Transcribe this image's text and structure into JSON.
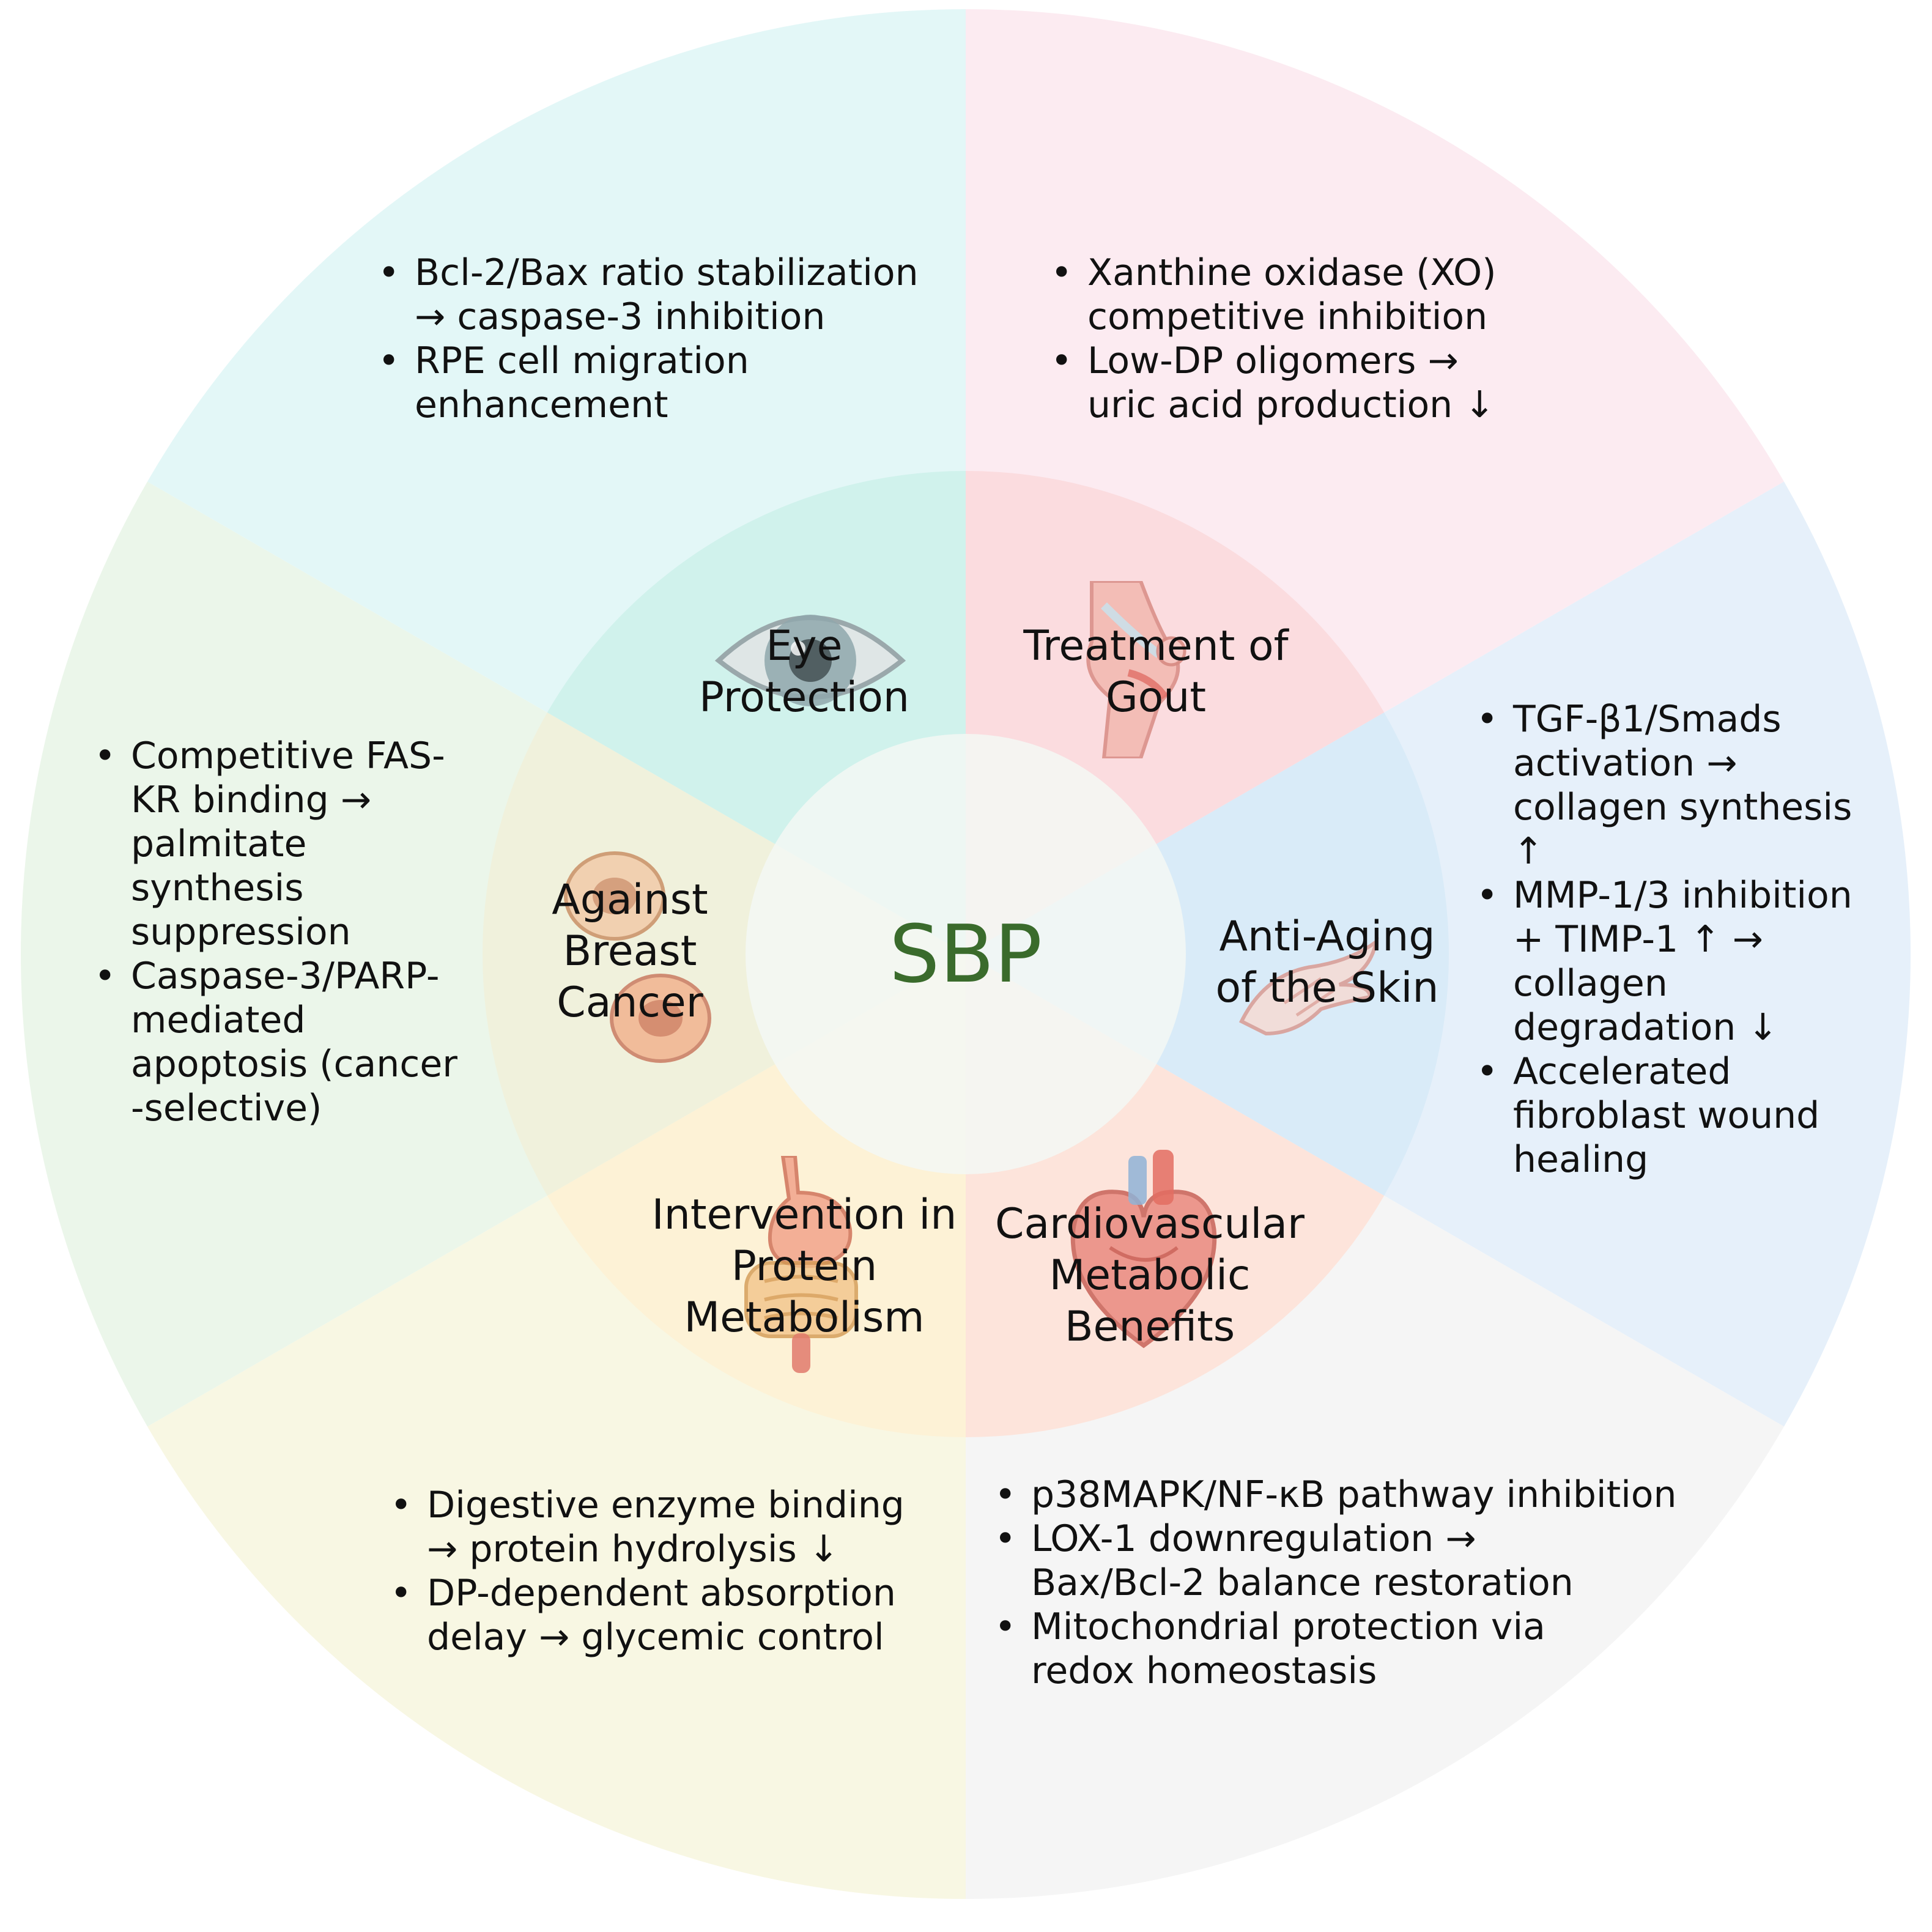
{
  "center": {
    "label": "SBP",
    "color": "#3a6b2c"
  },
  "sectors": [
    {
      "id": "eye-protection",
      "title_lines": [
        "Eye",
        "Protection"
      ],
      "icon": "eye-icon",
      "outer_color": "#e3f7f7",
      "middle_color": "#d0f2ec",
      "bullets": [
        {
          "lines": [
            "Bcl-2/Bax ratio stabilization",
            "→ caspase-3 inhibition"
          ]
        },
        {
          "lines": [
            "RPE cell migration",
            "enhancement"
          ]
        }
      ]
    },
    {
      "id": "treatment-of-gout",
      "title_lines": [
        "Treatment of",
        "Gout"
      ],
      "icon": "knee-joint-icon",
      "outer_color": "#fcebf1",
      "middle_color": "#fbdcdf",
      "bullets": [
        {
          "lines": [
            "Xanthine oxidase (XO)",
            "competitive inhibition"
          ]
        },
        {
          "lines": [
            "Low-DP oligomers →",
            "uric acid production ↓"
          ]
        }
      ]
    },
    {
      "id": "anti-aging-of-the-skin",
      "title_lines": [
        "Anti-Aging",
        "of the Skin"
      ],
      "icon": "hand-icon",
      "outer_color": "#e6f0fa",
      "middle_color": "#d9ebf8",
      "bullets": [
        {
          "lines": [
            "TGF-β1/Smads",
            "activation →",
            "collagen synthesis",
            "↑"
          ]
        },
        {
          "lines": [
            "MMP-1/3 inhibition",
            "+ TIMP-1 ↑ →",
            "collagen",
            "degradation ↓"
          ]
        },
        {
          "lines": [
            "Accelerated",
            "fibroblast wound",
            "healing"
          ]
        }
      ]
    },
    {
      "id": "cardiovascular-metabolic-benefits",
      "title_lines": [
        "Cardiovascular",
        "Metabolic",
        "Benefits"
      ],
      "icon": "heart-icon",
      "outer_color": "#f5f5f5",
      "middle_color": "#fde4db",
      "bullets": [
        {
          "lines": [
            "p38MAPK/NF-κB pathway inhibition"
          ]
        },
        {
          "lines": [
            "LOX-1 downregulation →",
            "Bax/Bcl-2 balance restoration"
          ]
        },
        {
          "lines": [
            "Mitochondrial protection via",
            "redox homeostasis"
          ]
        }
      ]
    },
    {
      "id": "intervention-in-protein-metabolism",
      "title_lines": [
        "Intervention in",
        "Protein",
        "Metabolism"
      ],
      "icon": "digestive-system-icon",
      "outer_color": "#f8f7e3",
      "middle_color": "#fdf2d6",
      "bullets": [
        {
          "lines": [
            "Digestive enzyme binding",
            "→ protein hydrolysis ↓"
          ]
        },
        {
          "lines": [
            "DP-dependent absorption",
            "delay → glycemic control"
          ]
        }
      ]
    },
    {
      "id": "against-breast-cancer",
      "title_lines": [
        "Against",
        "Breast",
        "Cancer"
      ],
      "icon": "cancer-cell-icon",
      "outer_color": "#ebf6ea",
      "middle_color": "#f0f1dc",
      "bullets": [
        {
          "lines": [
            "Competitive FAS-",
            "KR binding →",
            "palmitate",
            "synthesis",
            "suppression"
          ]
        },
        {
          "lines": [
            "Caspase-3/PARP-",
            "mediated",
            "apoptosis (cancer",
            "-selective)"
          ]
        }
      ]
    }
  ]
}
